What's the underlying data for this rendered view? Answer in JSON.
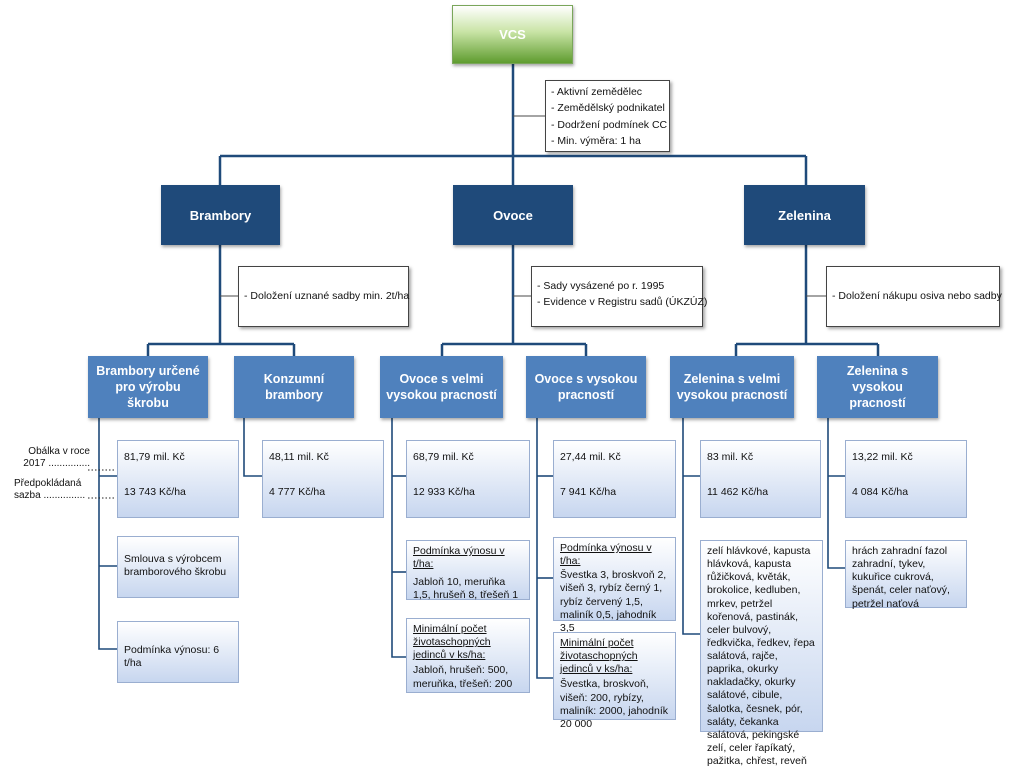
{
  "root": {
    "label": "VCS"
  },
  "root_conditions": [
    "- Aktivní zemědělec",
    "- Zemědělský podnikatel",
    "- Dodržení podmínek CC",
    "- Min. výměra: 1 ha"
  ],
  "categories": [
    {
      "label": "Brambory",
      "condition": "- Doložení uznané sadby min. 2t/ha"
    },
    {
      "label": "Ovoce",
      "conditions": [
        "- Sady vysázené po r. 1995",
        "- Evidence v Registru sadů (ÚKZÚZ)"
      ]
    },
    {
      "label": "Zelenina",
      "condition": "- Doložení nákupu osiva nebo sadby"
    }
  ],
  "legend": {
    "envelope": "Obálka v roce 2017 ...............",
    "rate": "Předpokládaná sazba ..............."
  },
  "sub": [
    {
      "label": "Brambory určené pro výrobu škrobu",
      "envelope": "81,79 mil. Kč",
      "rate": "13 743 Kč/ha",
      "extra1": "Smlouva s výrobcem bramborového škrobu",
      "extra2": "Podmínka výnosu: 6 t/ha"
    },
    {
      "label": "Konzumní brambory",
      "envelope": "48,11 mil. Kč",
      "rate": "4 777 Kč/ha"
    },
    {
      "label": "Ovoce s velmi vysokou pracností",
      "envelope": "68,79 mil. Kč",
      "rate": "12 933 Kč/ha",
      "yield_title": "Podmínka výnosu v t/ha:",
      "yield_text": "Jabloň 10, meruňka 1,5, hrušeň 8, třešeň 1",
      "min_title": "Minimální počet životaschopných jedinců v ks/ha:",
      "min_text": "Jabloň, hrušeň: 500, meruňka, třešeň: 200"
    },
    {
      "label": "Ovoce s vysokou pracností",
      "envelope": "27,44 mil. Kč",
      "rate": "7 941 Kč/ha",
      "yield_title": "Podmínka výnosu v t/ha:",
      "yield_text": "Švestka 3, broskvoň 2, višeň 3, rybíz černý 1, rybíz červený 1,5, maliník 0,5, jahodník 3,5",
      "min_title": "Minimální počet životaschopných jedinců v ks/ha:",
      "min_text": "Švestka, broskvoň, višeň: 200, rybízy, maliník: 2000, jahodník 20 000"
    },
    {
      "label": "Zelenina s velmi vysokou pracností",
      "envelope": "83 mil. Kč",
      "rate": "11 462 Kč/ha",
      "crops": "zelí hlávkové, kapusta hlávková, kapusta růžičková, květák, brokolice, kedluben, mrkev, petržel kořenová, pastinák, celer bulvový, ředkvička, ředkev, řepa salátová, rajče, paprika, okurky nakladačky, okurky salátové, cibule, šalotka, česnek, pór, saláty, čekanka salátová, pekingské zelí, celer řapíkatý, pažitka, chřest, reveň"
    },
    {
      "label": "Zelenina s vysokou pracností",
      "envelope": "13,22 mil. Kč",
      "rate": "4 084 Kč/ha",
      "crops": "hrách zahradní  fazol zahradní, tykev, kukuřice cukrová, špenát, celer naťový, petržel naťová"
    }
  ]
}
